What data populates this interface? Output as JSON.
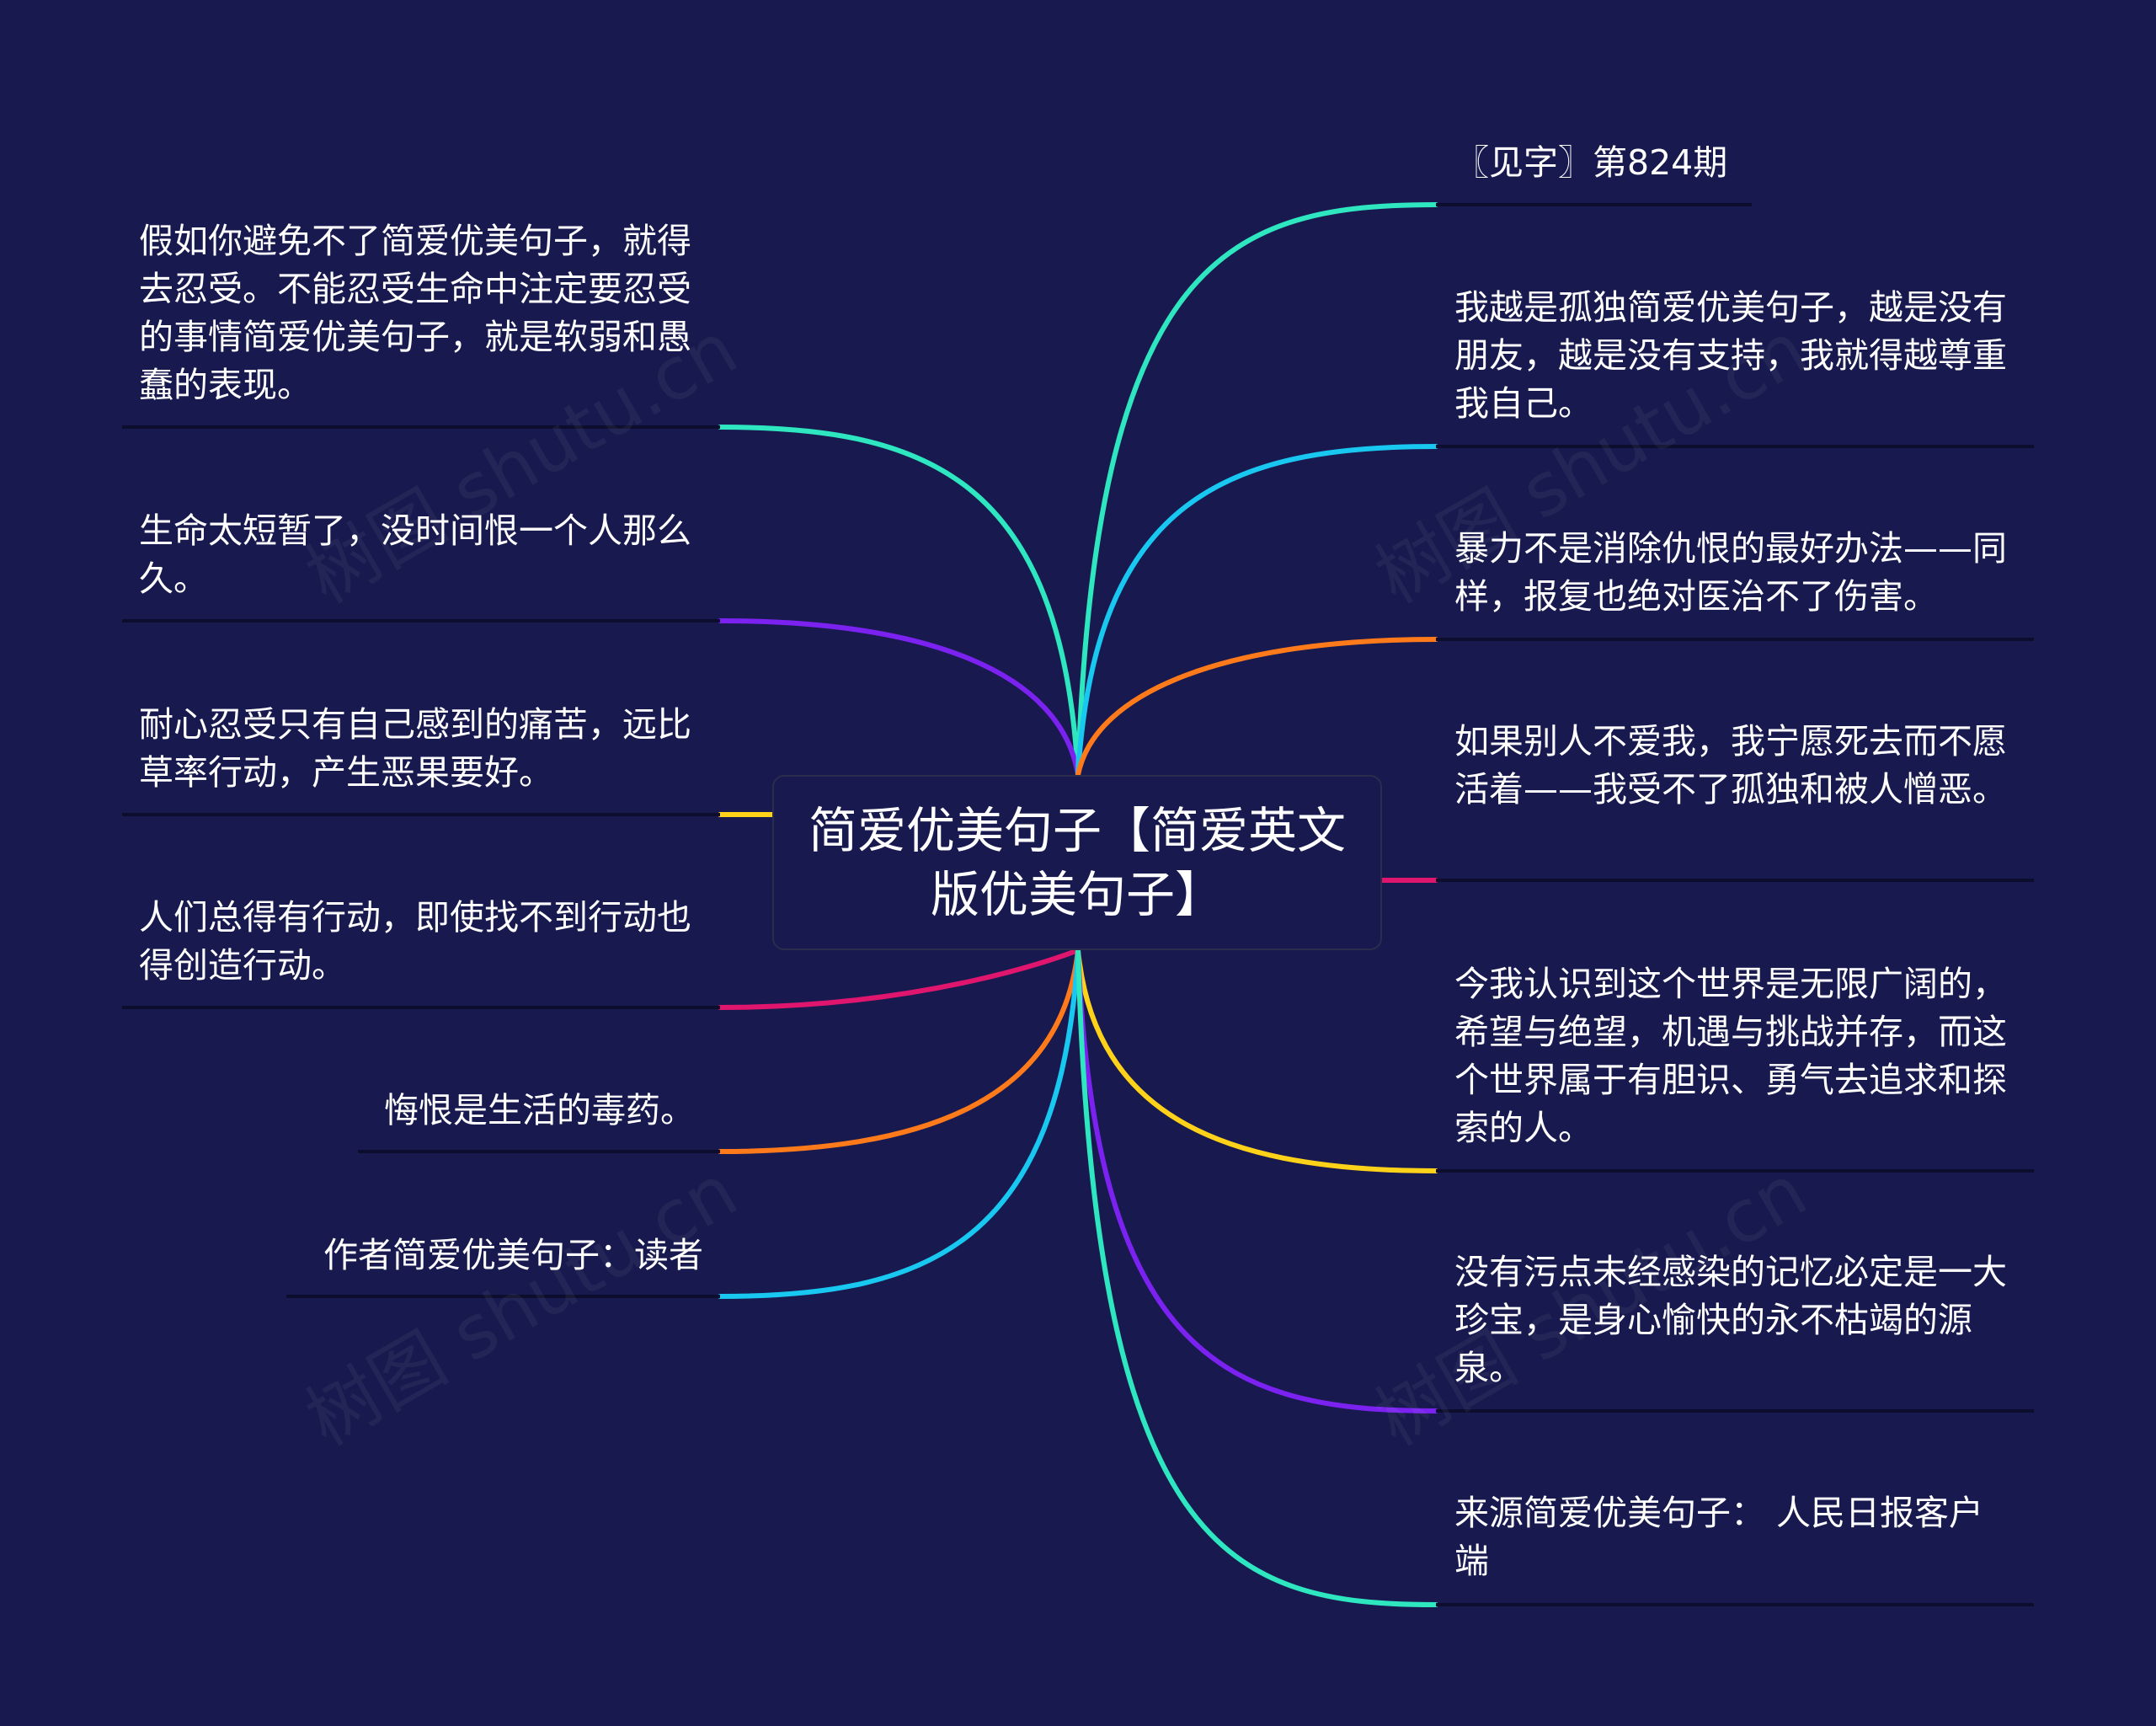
{
  "center": {
    "title": "简爱优美句子【简爱英文版优美句子】"
  },
  "left_nodes": [
    {
      "text": "假如你避免不了简爱优美句子，就得去忍受。不能忍受生命中注定要忍受的事情简爱优美句子，就是软弱和愚蠢的表现。",
      "color": "#2ee6c0"
    },
    {
      "text": "生命太短暂了，没时间恨一个人那么久。",
      "color": "#7b22f0"
    },
    {
      "text": "耐心忍受只有自己感到的痛苦，远比草率行动，产生恶果要好。",
      "color": "#ffd21a"
    },
    {
      "text": "人们总得有行动，即使找不到行动也得创造行动。",
      "color": "#e0166e"
    },
    {
      "text": "悔恨是生活的毒药。",
      "color": "#ff7a1a"
    },
    {
      "text": "作者简爱优美句子：读者",
      "color": "#18c8f0"
    }
  ],
  "right_nodes": [
    {
      "text": "〖见字〗第824期",
      "color": "#2ee6c0"
    },
    {
      "text": "我越是孤独简爱优美句子，越是没有朋友，越是没有支持，我就得越尊重我自己。",
      "color": "#18c8f0"
    },
    {
      "text": "暴力不是消除仇恨的最好办法——同样，报复也绝对医治不了伤害。",
      "color": "#ff7a1a"
    },
    {
      "text": "如果别人不爱我，我宁愿死去而不愿活着——我受不了孤独和被人憎恶。",
      "color": "#e0166e"
    },
    {
      "text": "今我认识到这个世界是无限广阔的，希望与绝望，机遇与挑战并存，而这个世界属于有胆识、勇气去追求和探索的人。",
      "color": "#ffd21a"
    },
    {
      "text": "没有污点未经感染的记忆必定是一大珍宝，是身心愉快的永不枯竭的源泉。",
      "color": "#7b22f0"
    },
    {
      "text": "来源简爱优美句子： 人民日报客户端",
      "color": "#2ee6c0"
    }
  ],
  "watermark": "树图 shutu.cn"
}
